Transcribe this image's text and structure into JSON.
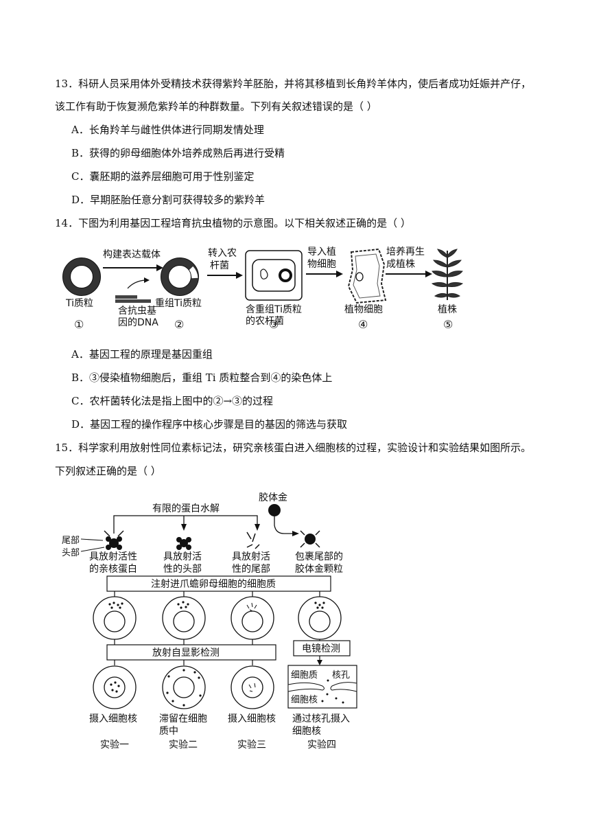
{
  "q13": {
    "line1": "13．科研人员采用体外受精技术获得紫羚羊胚胎，并将其移植到长角羚羊体内，使后者成功妊娠并产仔，",
    "line2": "该工作有助于恢复濒危紫羚羊的种群数量。下列有关叙述错误的是（     ）",
    "options": [
      "A．长角羚羊与雌性供体进行同期发情处理",
      "B．获得的卵母细胞体外培养成熟后再进行受精",
      "C．囊胚期的滋养层细胞可用于性别鉴定",
      "D．早期胚胎任意分割可获得较多的紫羚羊"
    ]
  },
  "q14": {
    "stem": "14．下图为利用基因工程培育抗虫植物的示意图。以下相关叙述正确的是（     ）",
    "diagram": {
      "arrow1": "构建表达载体",
      "arrow2_l1": "转入农",
      "arrow2_l2": "杆菌",
      "arrow3_l1": "导入植",
      "arrow3_l2": "物细胞",
      "arrow4_l1": "培养再生",
      "arrow4_l2": "成植株",
      "label1": "Ti质粒",
      "label_gene_l1": "含抗虫基",
      "label_gene_l2": "因的DNA",
      "label2": "重组Ti质粒",
      "label3_l1": "含重组Ti质粒",
      "label3_l2": "的农杆菌",
      "label4": "植物细胞",
      "label5": "植株",
      "num1": "①",
      "num2": "②",
      "num3": "③",
      "num4": "④",
      "num5": "⑤"
    },
    "options": [
      "A．基因工程的原理是基因重组",
      "B．③侵染植物细胞后，重组 Ti 质粒整合到④的染色体上",
      "C．农杆菌转化法是指上图中的②→③的过程",
      "D．基因工程的操作程序中核心步骤是目的基因的筛选与获取"
    ]
  },
  "q15": {
    "line1": "15．科学家利用放射性同位素标记法，研究亲核蛋白进入细胞核的过程，实验设计和实验结果如图所示。",
    "line2": "下列叙述正确的是（     ）",
    "diagram": {
      "hydrolysis": "有限的蛋白水解",
      "colloid_gold": "胶体金",
      "tail": "尾部",
      "head": "头部",
      "p1_l1": "具放射活性",
      "p1_l2": "的亲核蛋白",
      "p2_l1": "具放射活",
      "p2_l2": "性的头部",
      "p3_l1": "具放射活",
      "p3_l2": "性的尾部",
      "p4_l1": "包裹尾部的",
      "p4_l2": "胶体金颗粒",
      "inject": "注射进爪蟾卵母细胞的细胞质",
      "autoradiography": "放射自显影检测",
      "em": "电镜检测",
      "cytoplasm": "细胞质",
      "pore": "核孔",
      "nucleus": "细胞核",
      "r1": "摄入细胞核",
      "r2_l1": "滞留在细胞",
      "r2_l2": "质中",
      "r3": "摄入细胞核",
      "r4_l1": "通过核孔摄入",
      "r4_l2": "细胞核",
      "e1": "实验一",
      "e2": "实验二",
      "e3": "实验三",
      "e4": "实验四"
    }
  }
}
